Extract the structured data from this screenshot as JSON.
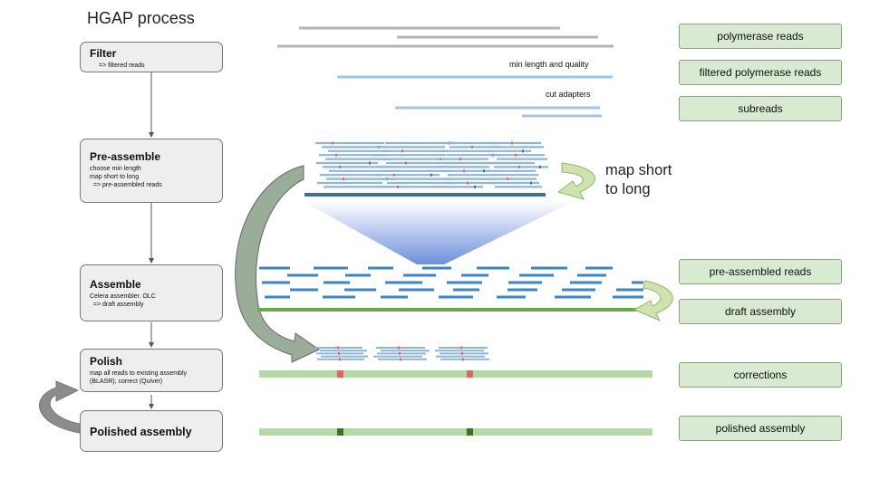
{
  "title": "HGAP process",
  "steps": [
    {
      "name": "Filter",
      "desc": "=> filtered reads"
    },
    {
      "name": "Pre-assemble",
      "desc": "choose min length\nmap short to long\n  => pre-assembled reads"
    },
    {
      "name": "Assemble",
      "desc": "Celera assembler. OLC\n  => draft assembly"
    },
    {
      "name": "Polish",
      "desc": "map all reads to existing assembly\n(BLASR); correct (Quiver)"
    },
    {
      "name": "Polished assembly",
      "desc": ""
    }
  ],
  "labels": [
    "polymerase reads",
    "filtered polymerase reads",
    "subreads",
    "pre-assembled reads",
    "draft assembly",
    "corrections",
    "polished assembly"
  ],
  "notes": {
    "min_length": "min length and quality",
    "cut_adapters": "cut adapters",
    "map_short_to_long": "map short\nto long"
  },
  "colors": {
    "grey_read": "#b4b4b4",
    "blue_read": "#9fc5e8",
    "dark_blue": "#3d6f9e",
    "green_bar": "#b6d7a8",
    "dark_green": "#6aa84f",
    "error_red": "#e06666",
    "fixed_green": "#38761d",
    "step_fill": "#eeeeee",
    "label_fill": "#d9ead3"
  }
}
